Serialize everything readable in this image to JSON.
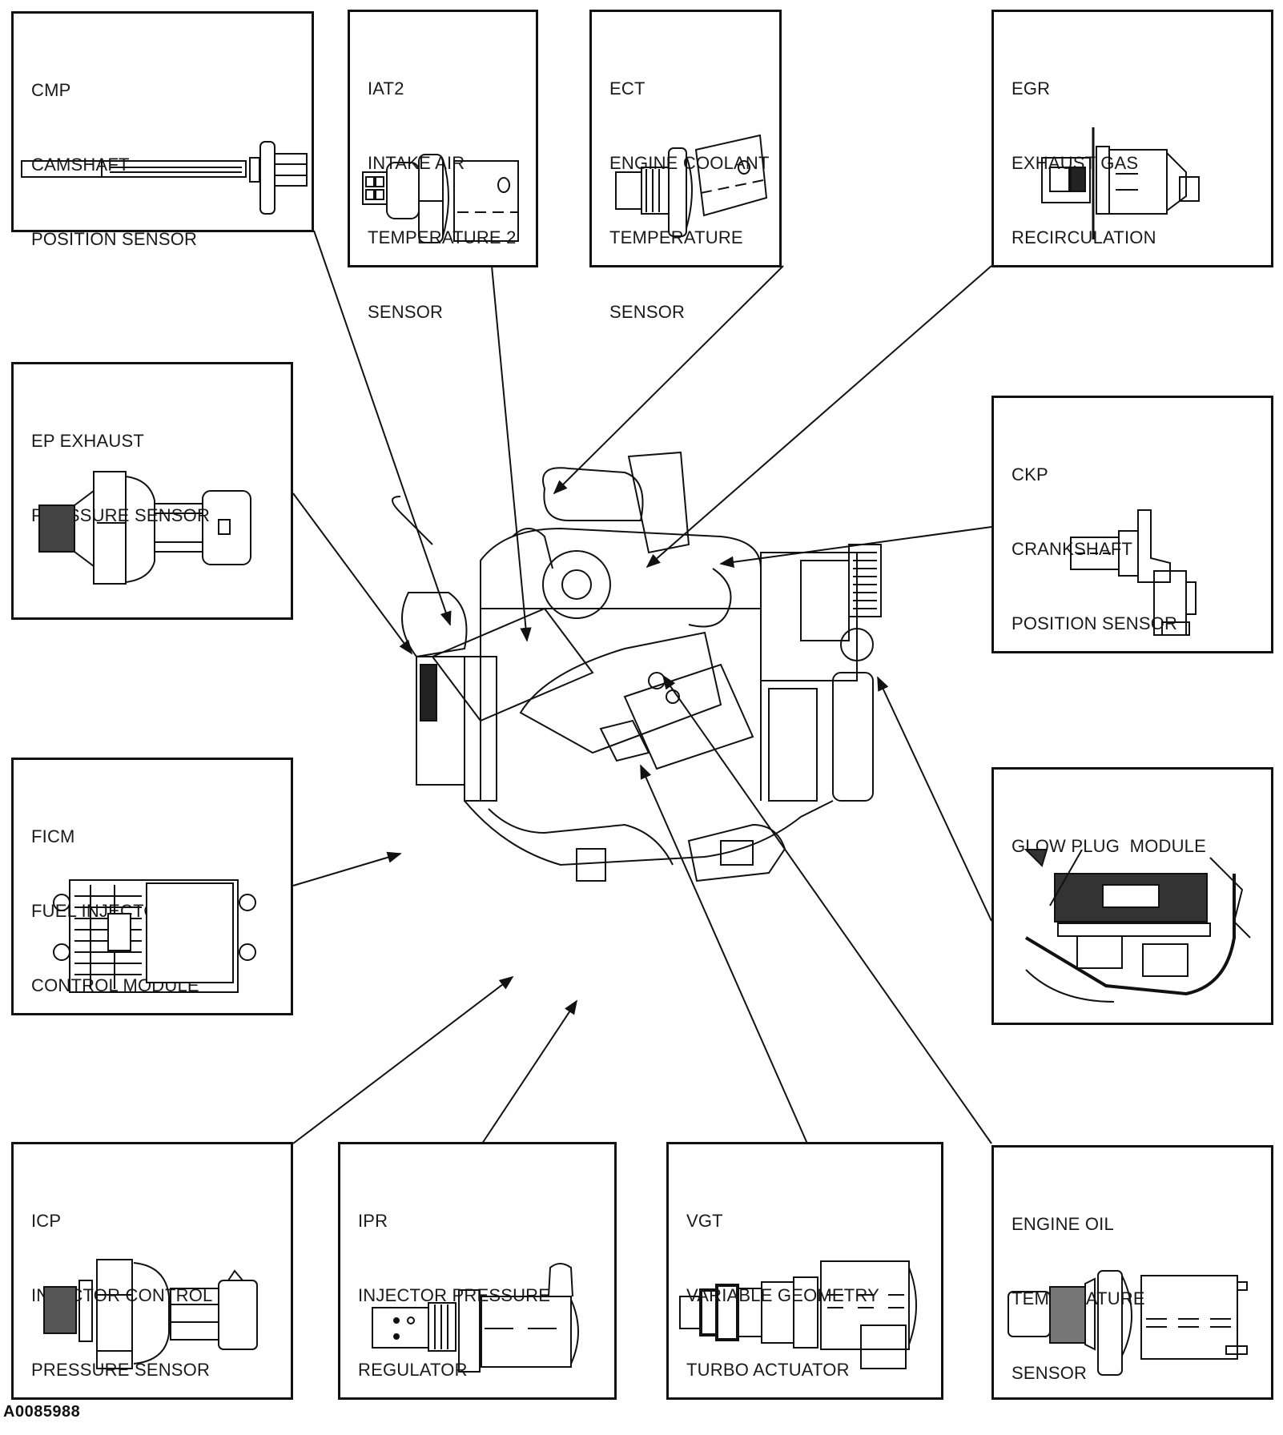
{
  "figure_id": "A0085988",
  "components": [
    {
      "key": "cmp",
      "lines": [
        "CMP",
        "CAMSHAFT",
        "POSITION SENSOR"
      ]
    },
    {
      "key": "iat2",
      "lines": [
        "IAT2",
        "INTAKE AIR",
        "TEMPERATURE 2",
        "SENSOR"
      ]
    },
    {
      "key": "ect",
      "lines": [
        "ECT",
        "ENGINE COOLANT",
        "TEMPERATURE",
        "SENSOR"
      ]
    },
    {
      "key": "egr",
      "lines": [
        "EGR",
        "EXHAUST GAS",
        "RECIRCULATION"
      ]
    },
    {
      "key": "ep",
      "lines": [
        "EP EXHAUST",
        "PRESSURE SENSOR"
      ]
    },
    {
      "key": "ckp",
      "lines": [
        "CKP",
        "CRANKSHAFT",
        "POSITION SENSOR"
      ]
    },
    {
      "key": "ficm",
      "lines": [
        "FICM",
        "FUEL INJECTOR",
        "CONTROL MODULE"
      ]
    },
    {
      "key": "gpm",
      "lines": [
        "GLOW PLUG  MODULE"
      ]
    },
    {
      "key": "icp",
      "lines": [
        "ICP",
        "INJECTOR CONTROL",
        "PRESSURE SENSOR"
      ]
    },
    {
      "key": "ipr",
      "lines": [
        "IPR",
        "INJECTOR PRESSURE",
        "REGULATOR"
      ]
    },
    {
      "key": "vgt",
      "lines": [
        "VGT",
        "VARIABLE GEOMETRY",
        "TURBO ACTUATOR"
      ]
    },
    {
      "key": "eot",
      "lines": [
        "ENGINE OIL",
        "TEMPERATURE",
        "SENSOR"
      ]
    }
  ],
  "colors": {
    "ink": "#111111",
    "paper": "#ffffff"
  }
}
